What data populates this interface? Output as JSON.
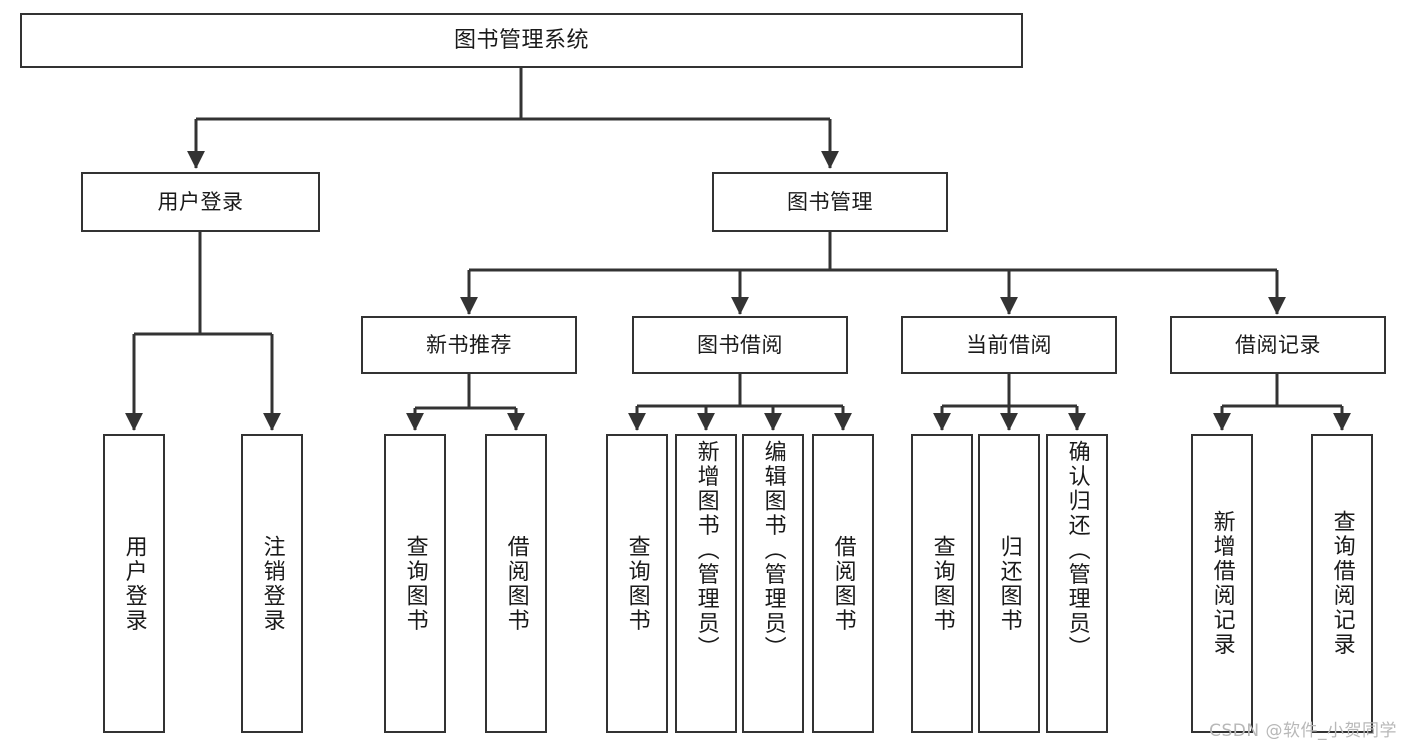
{
  "diagram": {
    "title": "图书管理系统",
    "type": "tree",
    "colors": {
      "background": "#ffffff",
      "node_border": "#333333",
      "node_fill": "#ffffff",
      "connector": "#333333",
      "text": "#1a1a1a",
      "watermark": "#b8b8b8"
    },
    "watermark": "CSDN @软件_小贺同学",
    "nodes": {
      "root": {
        "label": "图书管理系统",
        "level": 0
      },
      "level1": [
        {
          "id": "user-login",
          "label": "用户登录"
        },
        {
          "id": "book-manage",
          "label": "图书管理"
        }
      ],
      "level2": [
        {
          "id": "new-book-recommend",
          "label": "新书推荐",
          "parent": "book-manage"
        },
        {
          "id": "book-borrow",
          "label": "图书借阅",
          "parent": "book-manage"
        },
        {
          "id": "current-borrow",
          "label": "当前借阅",
          "parent": "book-manage"
        },
        {
          "id": "borrow-record",
          "label": "借阅记录",
          "parent": "book-manage"
        }
      ],
      "leaves": {
        "user-login": [
          {
            "id": "leaf-user-login",
            "label": "用户登录"
          },
          {
            "id": "leaf-user-logout",
            "label": "注销登录"
          }
        ],
        "new-book-recommend": [
          {
            "id": "leaf-query-book-1",
            "label": "查询图书"
          },
          {
            "id": "leaf-borrow-book-1",
            "label": "借阅图书"
          }
        ],
        "book-borrow": [
          {
            "id": "leaf-query-book-2",
            "label": "查询图书"
          },
          {
            "id": "leaf-add-book",
            "label": "新增图书（管理员）"
          },
          {
            "id": "leaf-edit-book",
            "label": "编辑图书（管理员）"
          },
          {
            "id": "leaf-borrow-book-2",
            "label": "借阅图书"
          }
        ],
        "current-borrow": [
          {
            "id": "leaf-query-book-3",
            "label": "查询图书"
          },
          {
            "id": "leaf-return-book",
            "label": "归还图书"
          },
          {
            "id": "leaf-confirm-return",
            "label": "确认归还（管理员）"
          }
        ],
        "borrow-record": [
          {
            "id": "leaf-add-record",
            "label": "新增借阅记录"
          },
          {
            "id": "leaf-query-record",
            "label": "查询借阅记录"
          }
        ]
      }
    }
  }
}
